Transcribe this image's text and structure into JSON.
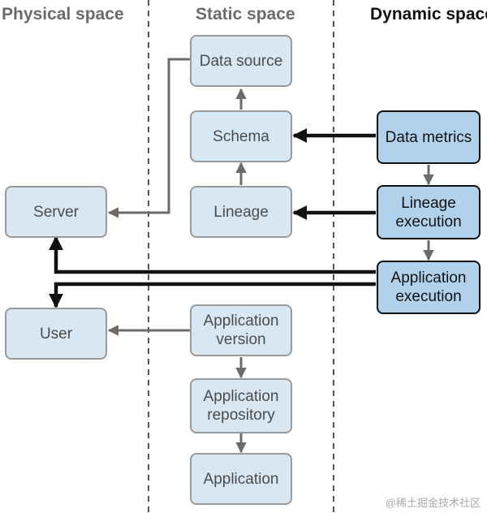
{
  "columns": {
    "physical": "Physical space",
    "static": "Static space",
    "dynamic": "Dynamic space"
  },
  "nodes": {
    "server": "Server",
    "user": "User",
    "data_source": "Data source",
    "schema": "Schema",
    "lineage": "Lineage",
    "application_version": [
      "Application",
      "version"
    ],
    "application_repository": [
      "Application",
      "repository"
    ],
    "application": "Application",
    "data_metrics": "Data metrics",
    "lineage_execution": [
      "Lineage",
      "execution"
    ],
    "application_execution": [
      "Application",
      "execution"
    ]
  },
  "watermark": "@稀土掘金技术社区",
  "colors": {
    "static_fill": "#d7e7f4",
    "dynamic_fill": "#b1d2ec",
    "gray_line": "#6b6b6b",
    "black_line": "#111111"
  }
}
